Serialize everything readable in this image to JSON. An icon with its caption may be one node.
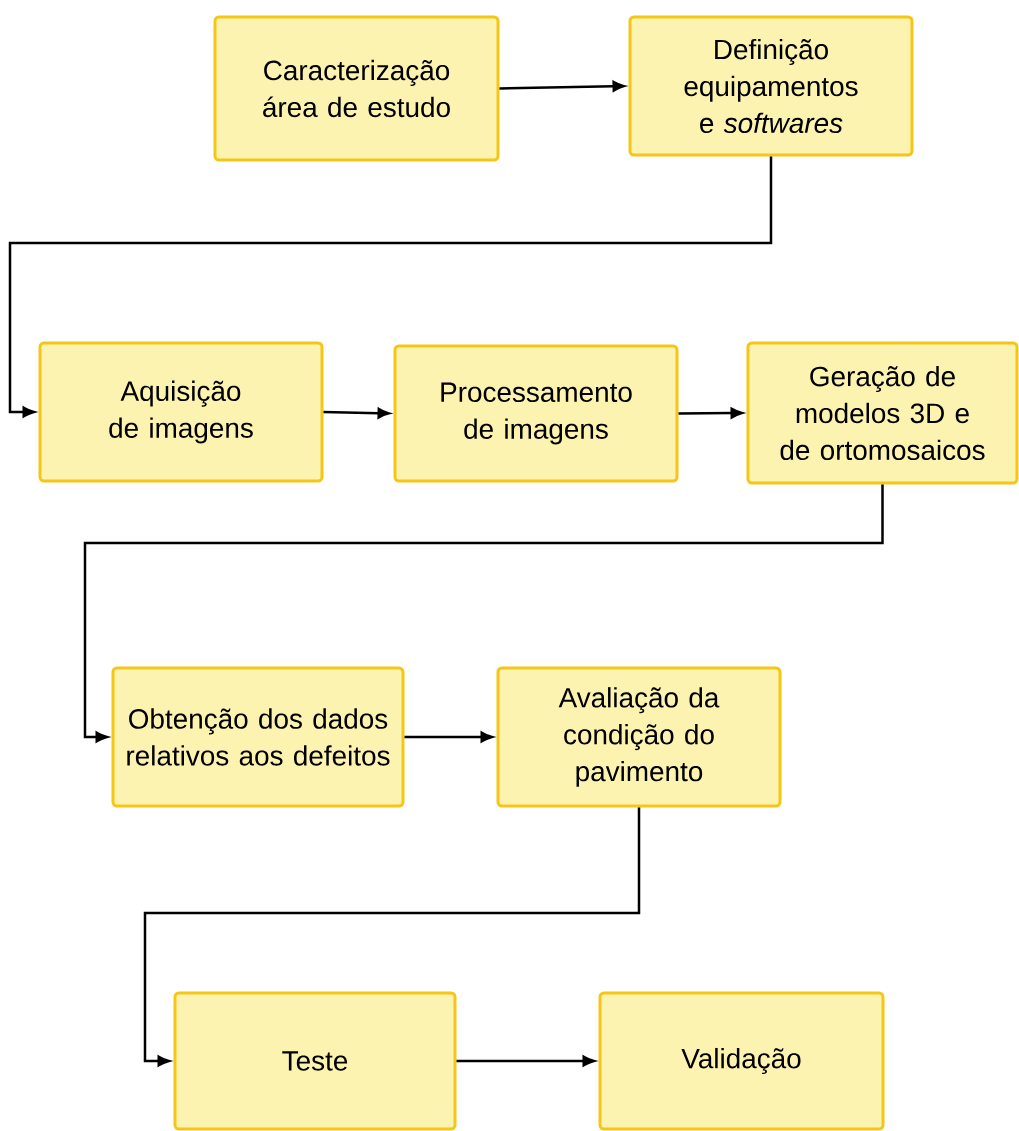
{
  "diagram": {
    "nodes": [
      {
        "text": [
          "Caracterização área de estudo"
        ]
      },
      {
        "text": [
          "Definição equipamentos e *softwares*"
        ]
      },
      {
        "text": [
          "Aquisição de imagens"
        ]
      },
      {
        "text": [
          "Processamento de imagens"
        ]
      },
      {
        "text": [
          "Geração de modelos 3D e de ortomosaicos"
        ]
      },
      {
        "text": [
          "Obtenção dos dados relativos aos defeitos"
        ]
      },
      {
        "text": [
          "Avaliação da condição do pavimento"
        ]
      },
      {
        "text": [
          "Teste"
        ]
      },
      {
        "text": [
          "Validação"
        ]
      }
    ],
    "edges": [
      {
        "from": 0,
        "to": 1,
        "arrow": "to"
      },
      {
        "from": 1,
        "to": 2,
        "arrow": "to"
      },
      {
        "from": 2,
        "to": 3,
        "arrow": "to"
      },
      {
        "from": 3,
        "to": 4,
        "arrow": "to"
      },
      {
        "from": 4,
        "to": 5,
        "arrow": "to"
      },
      {
        "from": 5,
        "to": 6,
        "arrow": "to"
      },
      {
        "from": 6,
        "to": 7,
        "arrow": "to"
      },
      {
        "from": 7,
        "to": 8,
        "arrow": "to"
      }
    ]
  }
}
